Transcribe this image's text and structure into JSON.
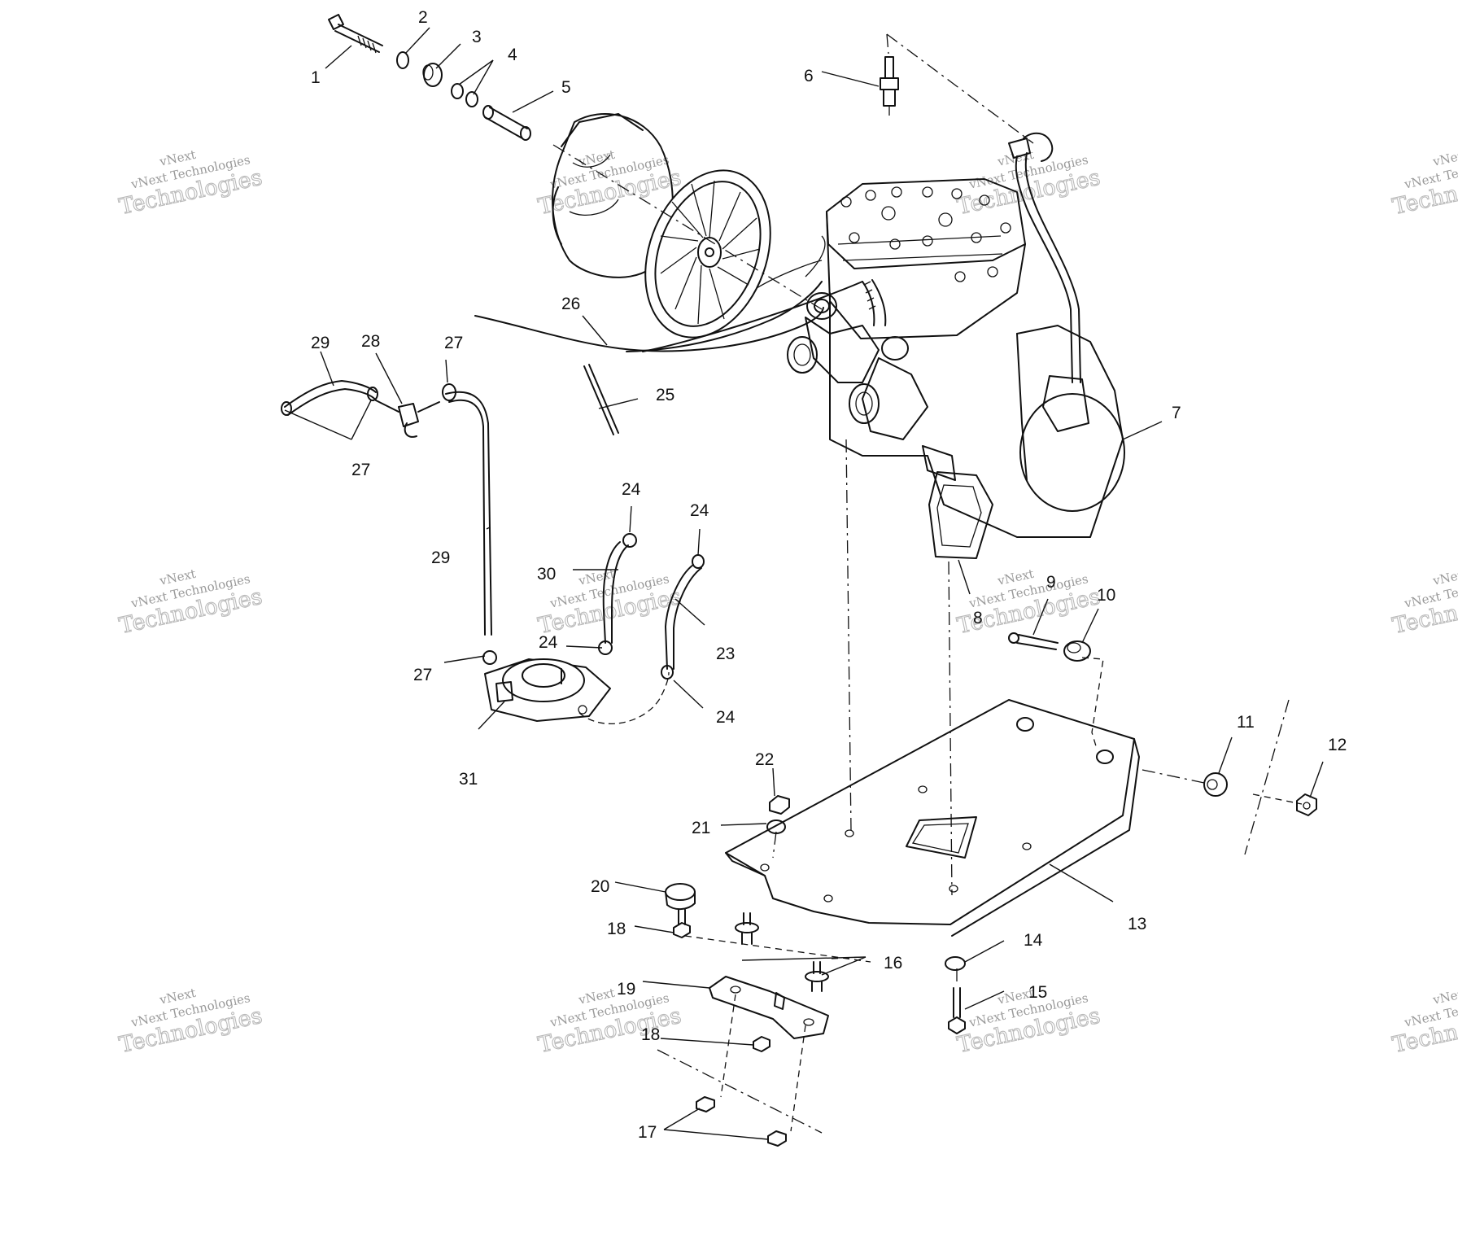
{
  "watermark": {
    "line1": "vNext",
    "line2": "vNext Technologies",
    "line3": "Technologies"
  },
  "callouts": [
    {
      "id": "1",
      "label": "1"
    },
    {
      "id": "2",
      "label": "2"
    },
    {
      "id": "3",
      "label": "3"
    },
    {
      "id": "4",
      "label": "4"
    },
    {
      "id": "5",
      "label": "5"
    },
    {
      "id": "6",
      "label": "6"
    },
    {
      "id": "7",
      "label": "7"
    },
    {
      "id": "8",
      "label": "8"
    },
    {
      "id": "9",
      "label": "9"
    },
    {
      "id": "10",
      "label": "10"
    },
    {
      "id": "11",
      "label": "11"
    },
    {
      "id": "12",
      "label": "12"
    },
    {
      "id": "13",
      "label": "13"
    },
    {
      "id": "14",
      "label": "14"
    },
    {
      "id": "15",
      "label": "15"
    },
    {
      "id": "16",
      "label": "16"
    },
    {
      "id": "17",
      "label": "17"
    },
    {
      "id": "18a",
      "label": "18"
    },
    {
      "id": "18b",
      "label": "18"
    },
    {
      "id": "19",
      "label": "19"
    },
    {
      "id": "20",
      "label": "20"
    },
    {
      "id": "21",
      "label": "21"
    },
    {
      "id": "22",
      "label": "22"
    },
    {
      "id": "23",
      "label": "23"
    },
    {
      "id": "24a",
      "label": "24"
    },
    {
      "id": "24b",
      "label": "24"
    },
    {
      "id": "24c",
      "label": "24"
    },
    {
      "id": "24d",
      "label": "24"
    },
    {
      "id": "25",
      "label": "25"
    },
    {
      "id": "26",
      "label": "26"
    },
    {
      "id": "27a",
      "label": "27"
    },
    {
      "id": "27b",
      "label": "27"
    },
    {
      "id": "27c",
      "label": "27"
    },
    {
      "id": "28",
      "label": "28"
    },
    {
      "id": "29a",
      "label": "29"
    },
    {
      "id": "29b",
      "label": "29"
    },
    {
      "id": "30",
      "label": "30"
    },
    {
      "id": "31",
      "label": "31"
    }
  ]
}
